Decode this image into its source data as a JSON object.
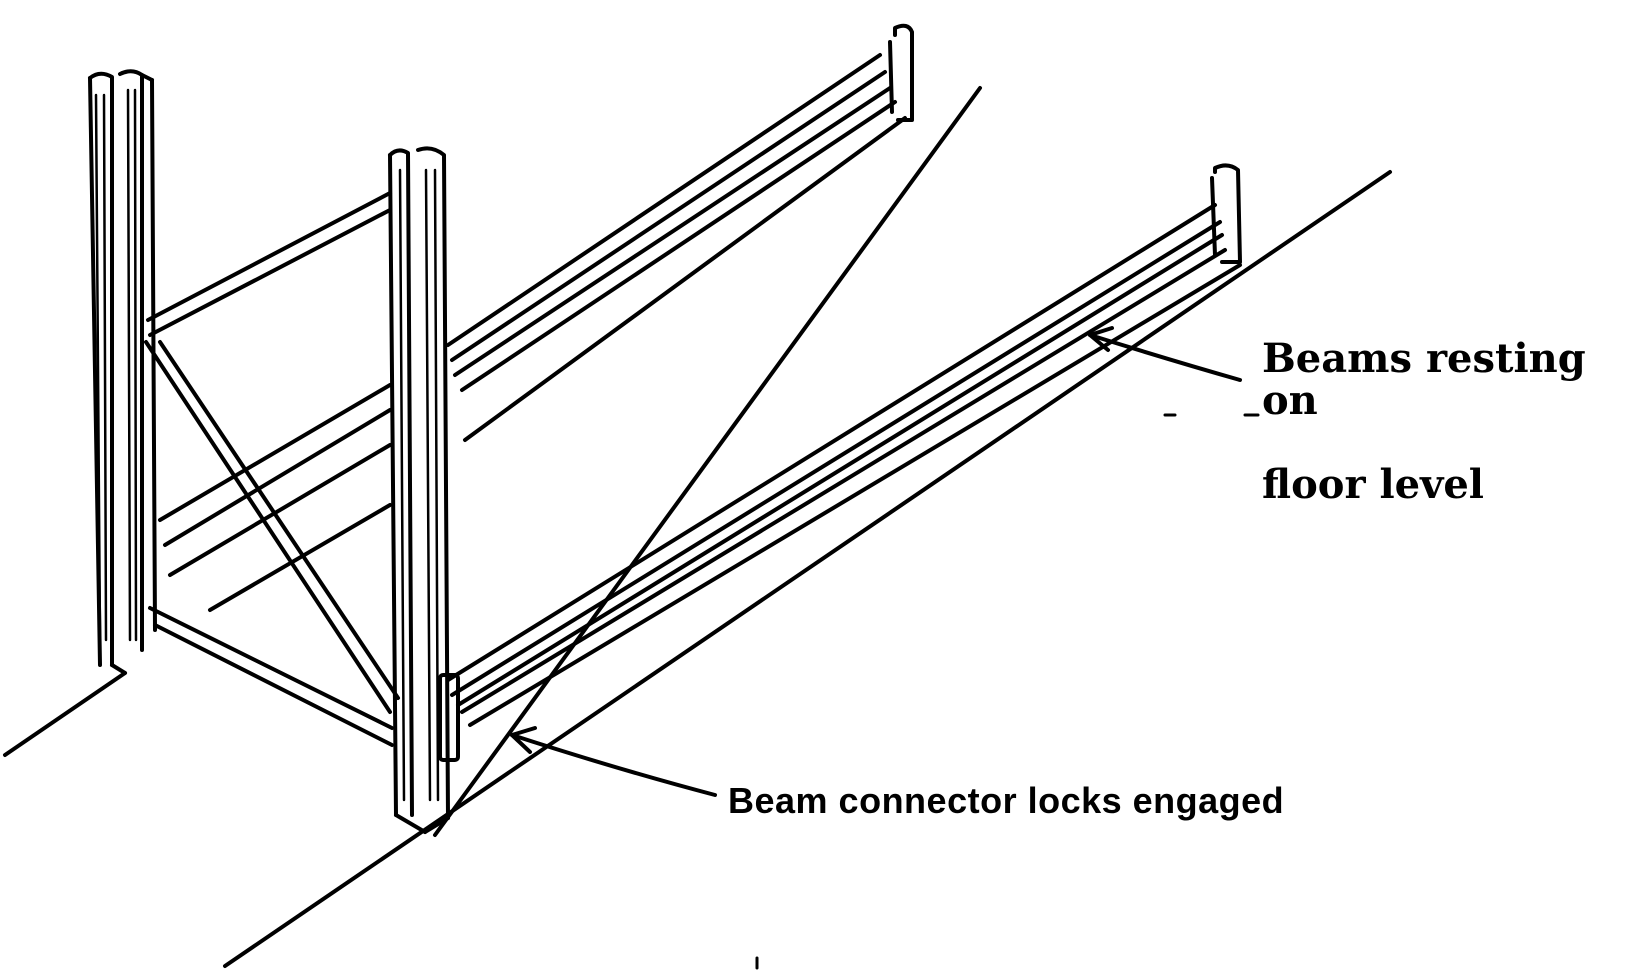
{
  "diagram": {
    "callouts": {
      "beams_floor": {
        "line1": "Beams resting on",
        "line2": "floor level"
      },
      "connector_locks": {
        "text": "Beam connector locks engaged"
      }
    },
    "colors": {
      "ink": "#000000",
      "background": "#ffffff"
    }
  }
}
